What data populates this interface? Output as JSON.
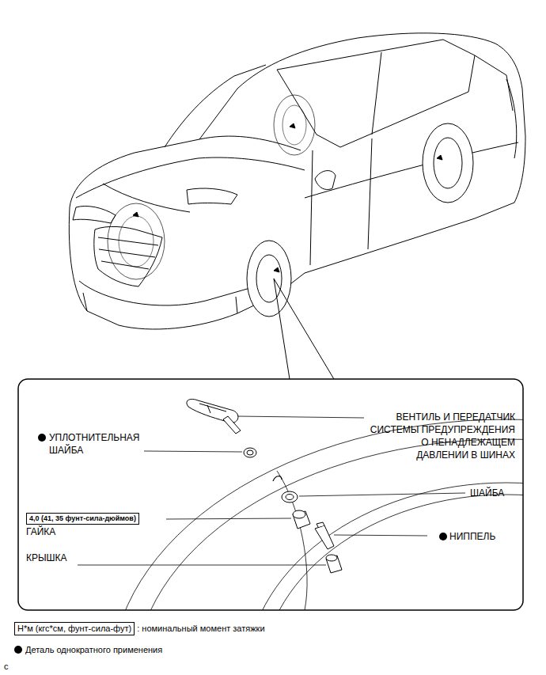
{
  "diagram": {
    "nodes": [
      {
        "text": [
          "4,0 (41, 35 фунт-сила-дюймов)"
        ]
      },
      {
        "text": [
          "Н*м (кгс*см, фунт-сила-фут)"
        ]
      }
    ],
    "labels": [
      "ВЕНТИЛЬ И ПЕРЕДАТЧИК СИСТЕМЫ ПРЕДУПРЕЖДЕНИЯ О НЕНАДЛЕЖАЩЕМ ДАВЛЕНИИ В ШИНАХ",
      "УПЛОТНИТЕЛЬНАЯ ШАЙБА",
      "ШАЙБА",
      "ГАЙКА",
      "НИППЕЛЬ",
      "КРЫШКА",
      "c"
    ],
    "legend": [
      {
        "text": ": номинальный момент затяжки"
      },
      {
        "text": "Деталь однократного применения"
      }
    ]
  }
}
